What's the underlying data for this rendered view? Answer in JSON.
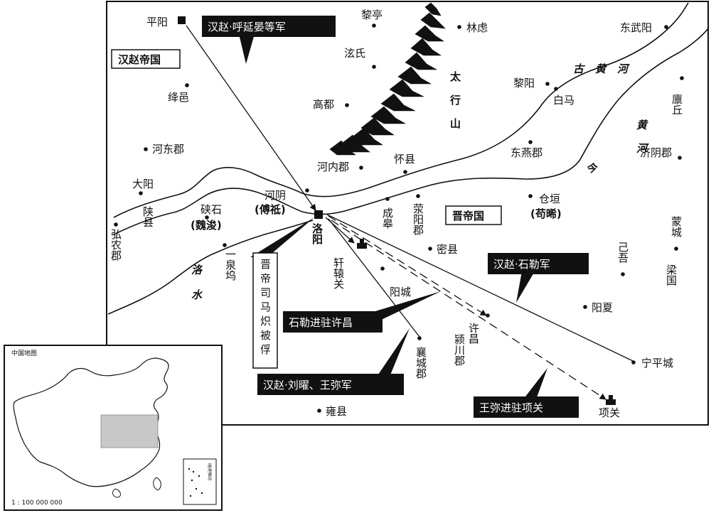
{
  "map": {
    "empire_labels": {
      "hanzhao": "汉赵帝国",
      "jin": "晋帝国"
    },
    "places": {
      "pingyang": "平阳",
      "liting": "黎亭",
      "linlu": "林虑",
      "dongwuyang": "东武阳",
      "xuanshi": "泫氏",
      "jiangyi": "绛邑",
      "gaodu": "高都",
      "liyang": "黎阳",
      "baima": "白马",
      "linqiu": "廪丘",
      "hedongjun": "河东郡",
      "dongyanjun": "东燕郡",
      "jiyinjun": "济阴郡",
      "daiyang": "大阳",
      "huaixian": "怀县",
      "heneijun": "河内郡",
      "heyin": "河阴",
      "xiashi": "硖石",
      "cangyuan": "仓垣",
      "luoyang": "洛阳",
      "yiquanwu": "一泉坞",
      "mixian": "密县",
      "jiwu": "己吾",
      "yangxia": "阳夏",
      "ningpingcheng": "宁平城",
      "xiangguan": "项关",
      "yongxian": "雍县",
      "yangcheng": "阳城",
      "shanxian": "陕县",
      "hongnongjun": "弘农郡",
      "chenggao": "成皋",
      "xingyangjun": "荥阳郡",
      "xuanyuanguan": "轩辕关",
      "xiangchengjun": "襄城郡",
      "xuchang": "许昌",
      "yingchuanjun": "颍川郡",
      "mengcheng": "蒙城",
      "liangguo": "梁国"
    },
    "notes": {
      "heyin_note": "(傅祗)",
      "xiashi_note": "(魏浚)",
      "cangyuan_note": "(苟晞)"
    },
    "rivers": {
      "gu_huanghe": "古黄河",
      "huanghe": "黄河",
      "jin": "今",
      "luoshui": "洛水"
    },
    "mountain": "太行山",
    "callouts": {
      "huyan": "汉赵·呼延晏等军",
      "shile_army": "汉赵·石勒军",
      "shile_xuchang": "石勒进驻许昌",
      "liuyao": "汉赵·刘曜、王弥军",
      "wangmi": "王弥进驻项关",
      "emperor": "晋帝司马炽被俘"
    }
  },
  "inset": {
    "title": "中国地图",
    "scale": "1 : 100 000 000",
    "sea_label": "南海诸岛"
  },
  "colors": {
    "ink": "#111111",
    "callout_bg": "#111111",
    "callout_text": "#ffffff",
    "highlight": "#c8c8c8"
  }
}
